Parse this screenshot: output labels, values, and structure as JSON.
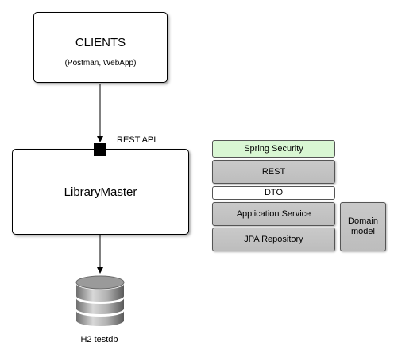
{
  "clients": {
    "title": "CLIENTS",
    "subtitle": "(Postman, WebApp)"
  },
  "api": {
    "label": "REST API"
  },
  "app": {
    "title": "LibraryMaster"
  },
  "database": {
    "label": "H2 testdb",
    "icon": "database-icon"
  },
  "layers": {
    "security": "Spring Security",
    "rest": "REST",
    "dto": "DTO",
    "service": "Application Service",
    "jpa": "JPA Repository",
    "domain": "Domain model"
  },
  "colors": {
    "security_fill": "#d9f7d3",
    "layer_fill": "#c4c4c4",
    "border": "#000000"
  }
}
